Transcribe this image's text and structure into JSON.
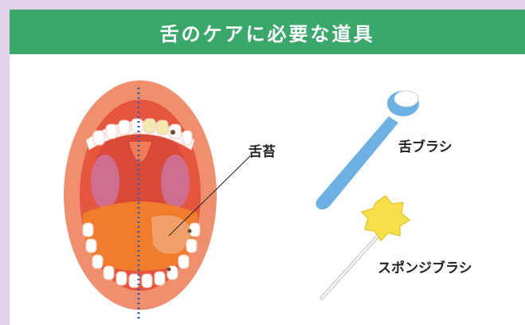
{
  "header": {
    "title": "舌のケアに必要な道具"
  },
  "labels": {
    "tongue_coating": "舌苔",
    "tongue_brush": "舌ブラシ",
    "sponge_brush": "スポンジブラシ"
  },
  "colors": {
    "background": "#e3d3ea",
    "header": "#3aa86b",
    "lips": "#f08f6e",
    "mouth_inner": "#e4563d",
    "tongue": "#f07c2c",
    "tongue_coating": "#f2a06a",
    "teeth": "#ffffff",
    "midline": "#2e5fb8",
    "tongue_brush": "#6db1e4",
    "sponge": "#f6e04a"
  }
}
